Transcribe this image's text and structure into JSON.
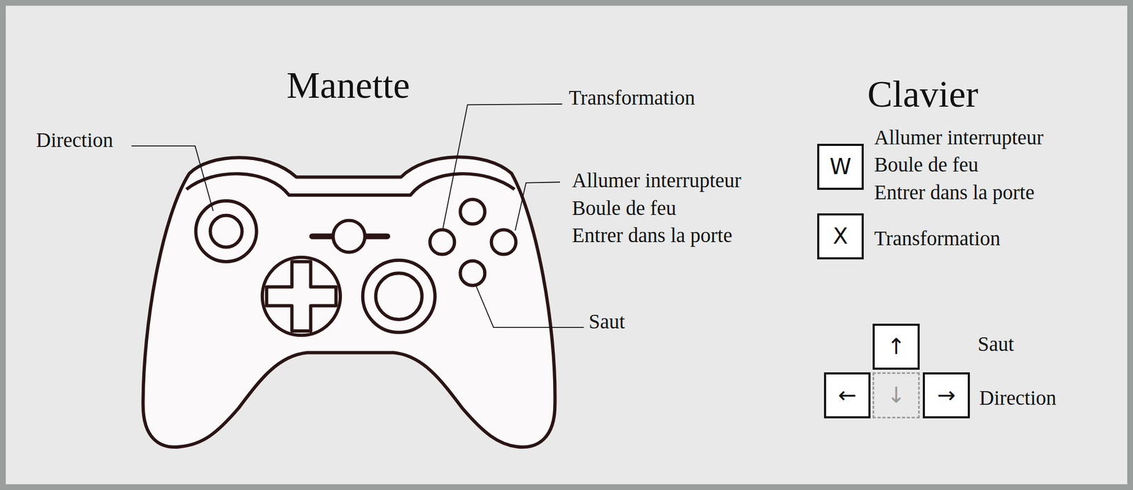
{
  "diagram": {
    "nodes": [
      {
        "text": [
          "W"
        ]
      },
      {
        "text": [
          "X"
        ]
      },
      {
        "text": [
          "↑"
        ]
      },
      {
        "text": [
          "←"
        ]
      },
      {
        "text": [
          "↓"
        ]
      },
      {
        "text": [
          "→"
        ]
      }
    ],
    "labels": [
      "Manette",
      "Clavier",
      "Direction",
      "Transformation",
      "Allumer interrupteur",
      "Boule de feu",
      "Entrer dans la porte",
      "Saut",
      "Allumer interrupteur",
      "Boule de feu",
      "Entrer dans la porte",
      "Transformation",
      "Saut",
      "Direction"
    ]
  }
}
